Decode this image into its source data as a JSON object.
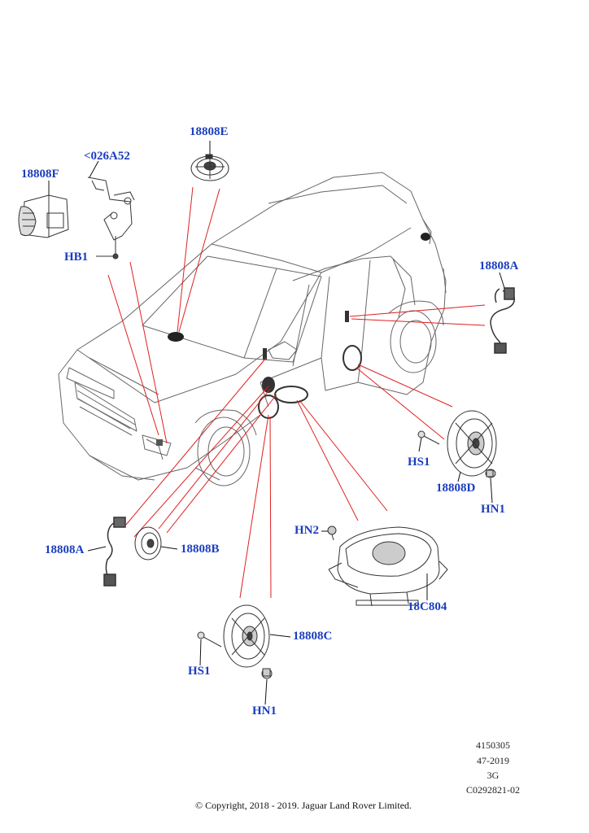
{
  "labels": {
    "e18808E": "18808E",
    "e026A52": "<026A52",
    "e18808F": "18808F",
    "hb1": "HB1",
    "e18808A_right": "18808A",
    "hs1_right": "HS1",
    "e18808D": "18808D",
    "hn1_right": "HN1",
    "hn2": "HN2",
    "e18C804": "18C804",
    "e18808A_left": "18808A",
    "e18808B": "18808B",
    "e18808C": "18808C",
    "hs1_bottom": "HS1",
    "hn1_bottom": "HN1"
  },
  "reference": {
    "line1": "4150305",
    "line2": "47-2019",
    "line3": "3G",
    "line4": "C0292821-02"
  },
  "copyright": "© Copyright, 2018 - 2019. Jaguar Land Rover Limited.",
  "colors": {
    "label": "#1a3dbf",
    "leader": "#e02020",
    "drawing": "#555555"
  }
}
